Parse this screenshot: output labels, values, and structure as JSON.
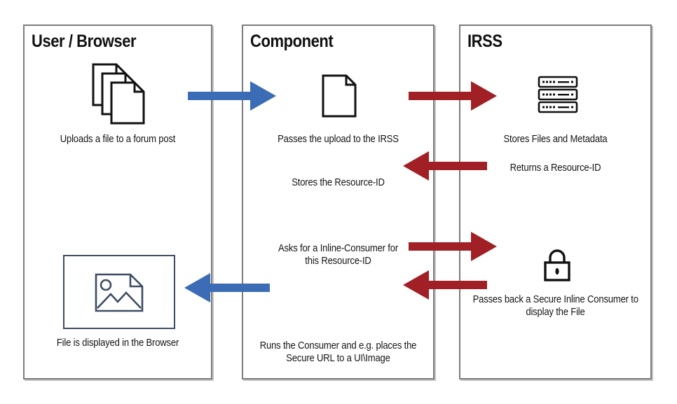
{
  "colors": {
    "blue_arrow": "#3B6CB5",
    "red_arrow": "#A02025",
    "slate": "#3E4D63",
    "box_border": "#7C7C7C",
    "icon_black": "#111111"
  },
  "columns": {
    "user_browser": {
      "title": "User / Browser",
      "upload_caption": "Uploads a file to a forum post",
      "display_caption": "File is displayed in the Browser"
    },
    "component": {
      "title": "Component",
      "pass_upload_caption": "Passes the upload to the IRSS",
      "store_caption": "Stores the Resource-ID",
      "ask_caption_line1": "Asks for a Inline-Consumer for",
      "ask_caption_line2": "this Resource-ID",
      "run_caption_line1": "Runs the Consumer and e.g. places the",
      "run_caption_line2": "Secure URL to a UI\\Image"
    },
    "irss": {
      "title": "IRSS",
      "store_caption": "Stores Files and Metadata",
      "return_caption": "Returns a Resource-ID",
      "pass_back_caption_line1": "Passes back a Secure Inline Consumer to",
      "pass_back_caption_line2": "display the File"
    }
  },
  "icons": {
    "files_stack": "files-stack-icon",
    "document": "document-icon",
    "server": "server-icon",
    "lock": "lock-icon",
    "image_placeholder": "image-placeholder-icon"
  },
  "arrows": [
    {
      "name": "upload-arrow",
      "color": "blue",
      "direction": "right",
      "from": "User / Browser",
      "to": "Component"
    },
    {
      "name": "pass-upload-arrow",
      "color": "red",
      "direction": "right",
      "from": "Component",
      "to": "IRSS"
    },
    {
      "name": "return-resource-id-arrow",
      "color": "red",
      "direction": "left",
      "from": "IRSS",
      "to": "Component"
    },
    {
      "name": "ask-consumer-arrow",
      "color": "red",
      "direction": "right",
      "from": "Component",
      "to": "IRSS"
    },
    {
      "name": "pass-back-consumer-arrow",
      "color": "red",
      "direction": "left",
      "from": "IRSS",
      "to": "Component"
    },
    {
      "name": "display-file-arrow",
      "color": "blue",
      "direction": "left",
      "from": "Component",
      "to": "User / Browser"
    }
  ]
}
